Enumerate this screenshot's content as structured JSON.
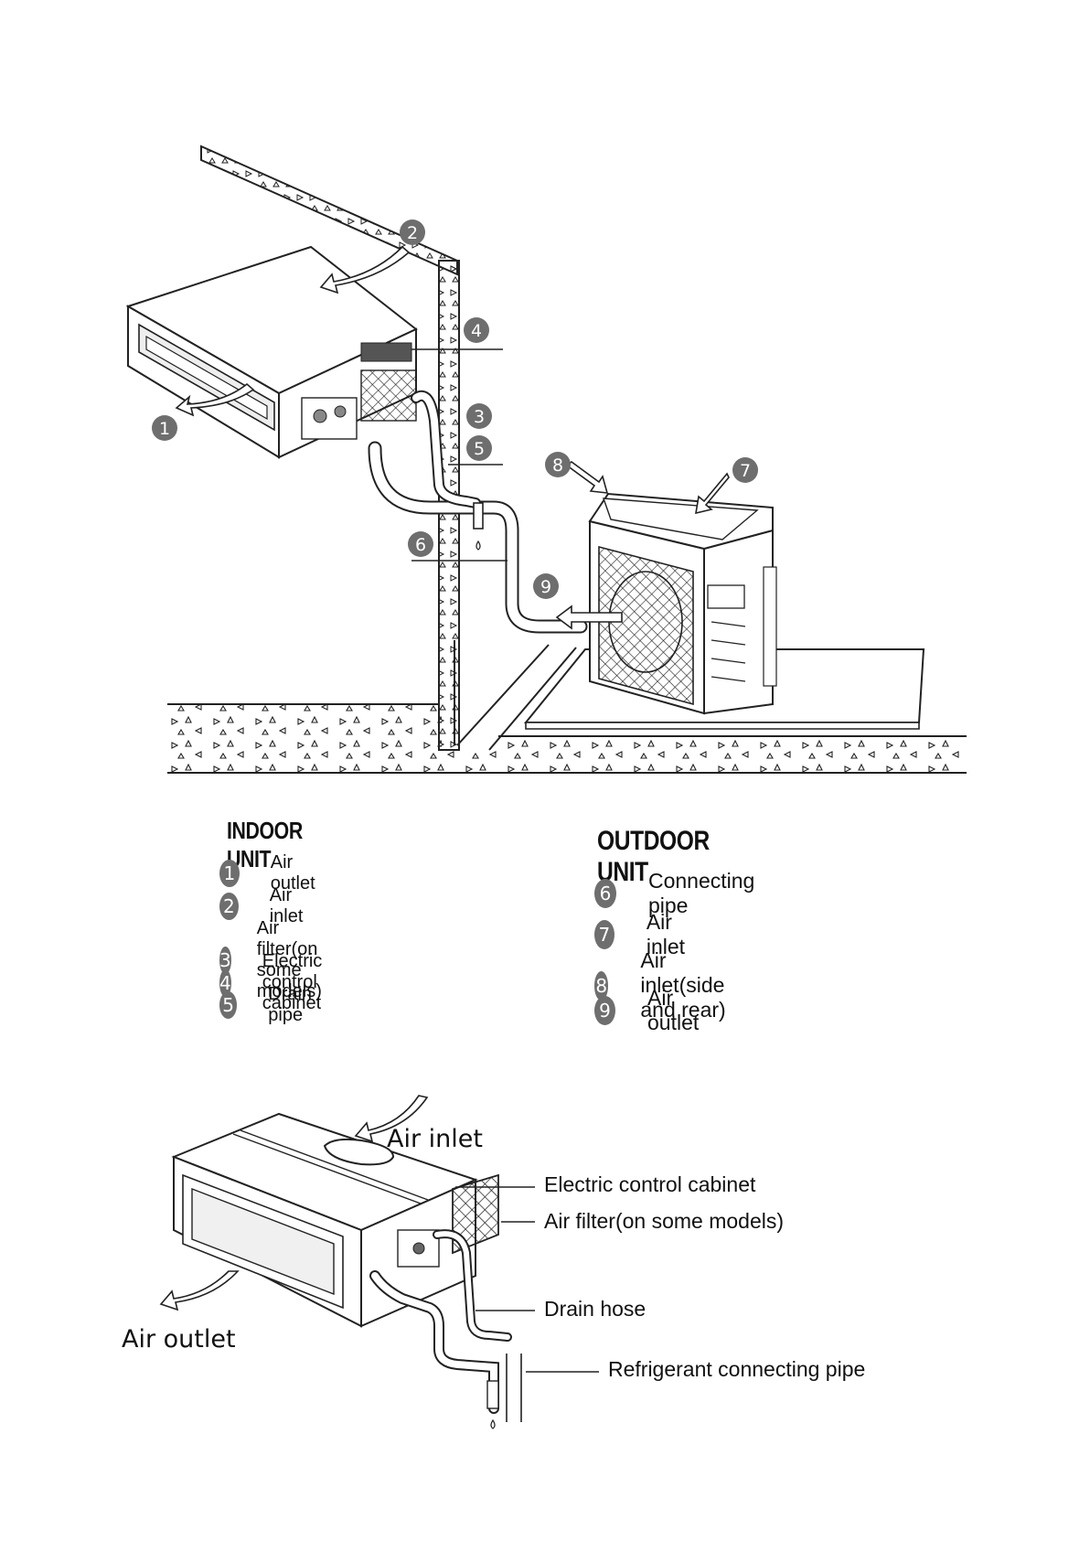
{
  "diagram_top": {
    "badges": [
      "1",
      "2",
      "3",
      "4",
      "5",
      "6",
      "7",
      "8",
      "9"
    ]
  },
  "indoor_legend": {
    "title": "INDOOR UNIT",
    "items": [
      {
        "num": "1",
        "label": "Air outlet"
      },
      {
        "num": "2",
        "label": "Air inlet"
      },
      {
        "num": "3",
        "label": "Air filter(on some models)"
      },
      {
        "num": "4",
        "label": "Electric control cabinet"
      },
      {
        "num": "5",
        "label": "Drain pipe"
      }
    ]
  },
  "outdoor_legend": {
    "title": "OUTDOOR UNIT",
    "items": [
      {
        "num": "6",
        "label": "Connecting pipe"
      },
      {
        "num": "7",
        "label": "Air inlet"
      },
      {
        "num": "8",
        "label": "Air inlet(side and rear)"
      },
      {
        "num": "9",
        "label": "Air outlet"
      }
    ]
  },
  "indoor_detail": {
    "air_inlet": "Air inlet",
    "air_outlet": "Air outlet",
    "electric_control_cabinet": "Electric control cabinet",
    "air_filter": "Air filter(on some models)",
    "drain_hose": "Drain hose",
    "refrigerant_pipe": "Refrigerant connecting pipe"
  }
}
